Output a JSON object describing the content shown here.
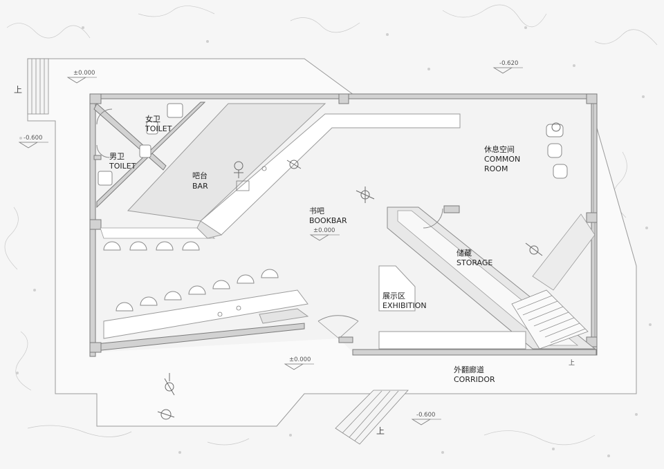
{
  "rooms": {
    "toilet_female": {
      "cn": "女卫",
      "en": "TOILET"
    },
    "toilet_male": {
      "cn": "男卫",
      "en": "TOILET"
    },
    "bar": {
      "cn": "吧台",
      "en": "BAR"
    },
    "bookbar": {
      "cn": "书吧",
      "en": "BOOKBAR",
      "level": "±0.000"
    },
    "common_room": {
      "cn": "休息空间",
      "en1": "COMMON",
      "en2": "ROOM"
    },
    "storage": {
      "cn": "储藏",
      "en": "STORAGE"
    },
    "exhibition": {
      "cn": "展示区",
      "en": "EXHIBITION"
    },
    "corridor": {
      "cn": "外翻廊道",
      "en": "CORRIDOR"
    }
  },
  "levels": {
    "top_left": "±0.000",
    "top_right": "-0.620",
    "left": "-0.600",
    "bottom_center": "±0.000",
    "bottom_right": "-0.600"
  },
  "up_marks": {
    "left": "上",
    "stair_right": "上",
    "bottom": "上"
  }
}
